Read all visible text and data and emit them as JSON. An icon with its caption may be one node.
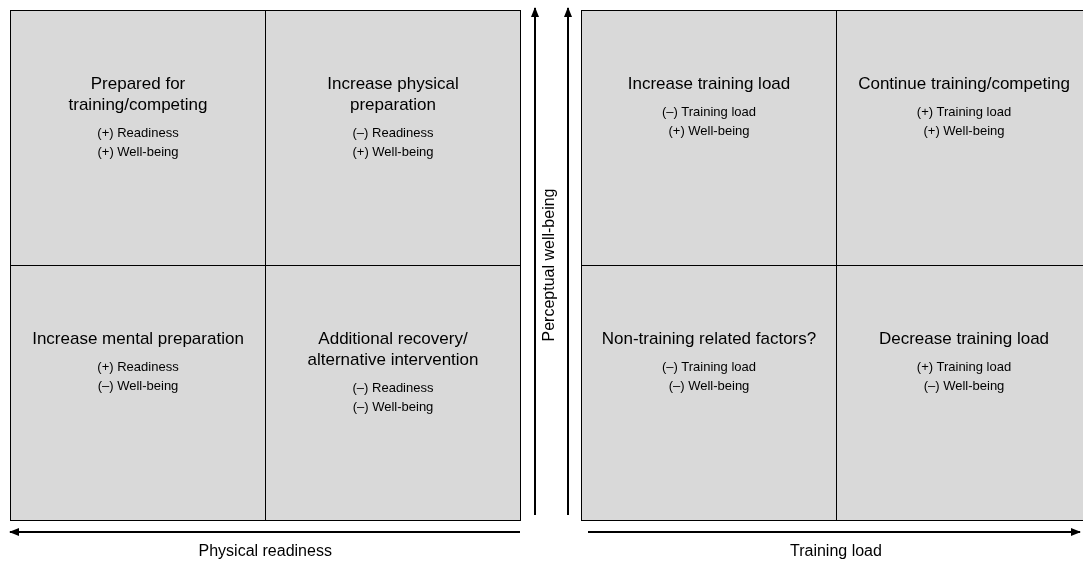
{
  "diagram": {
    "nodes": [
      {
        "text": [
          "Prepared for training/competing",
          "(+) Readiness",
          "(+) Well-being"
        ]
      },
      {
        "text": [
          "Increase physical preparation",
          "(–) Readiness",
          "(+) Well-being"
        ]
      },
      {
        "text": [
          "Increase mental preparation",
          "(+) Readiness",
          "(–) Well-being"
        ]
      },
      {
        "text": [
          "Additional recovery/ alternative intervention",
          "(–) Readiness",
          "(–) Well-being"
        ]
      },
      {
        "text": [
          "Increase training load",
          "(–) Training load",
          "(+) Well-being"
        ]
      },
      {
        "text": [
          "Continue training/competing",
          "(+) Training load",
          "(+) Well-being"
        ]
      },
      {
        "text": [
          "Non-training related factors?",
          "(–) Training load",
          "(–) Well-being"
        ]
      },
      {
        "text": [
          "Decrease training load",
          "(+) Training load",
          "(–) Well-being"
        ]
      }
    ],
    "edges": [],
    "labels": [
      "Perceptual well-being",
      "Physical readiness",
      "Training load"
    ]
  }
}
